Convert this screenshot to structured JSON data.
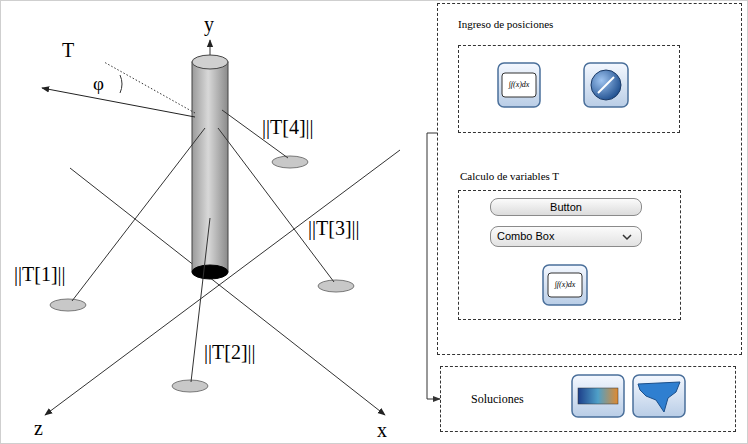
{
  "diagram": {
    "nodes": [
      {
        "text": []
      },
      {
        "text": [
          "Ingreso de posiciones"
        ],
        "in": 0
      },
      {
        "text": [
          "Calculo de variables T"
        ],
        "in": 0
      },
      {
        "text": [
          "Button"
        ],
        "in": 2
      },
      {
        "text": [
          "Combo Box"
        ],
        "in": 2
      },
      {
        "text": [
          "Soluciones"
        ]
      }
    ],
    "edges": [
      {
        "from": 0,
        "to": 5,
        "arrow": "to"
      }
    ],
    "labels": [
      "y",
      "T",
      "φ",
      "||T[4]||",
      "||T[3]||",
      "||T[1]||",
      "||T[2]||",
      "z",
      "x",
      "∫f(x)dx",
      "∫f(x)dx"
    ]
  }
}
